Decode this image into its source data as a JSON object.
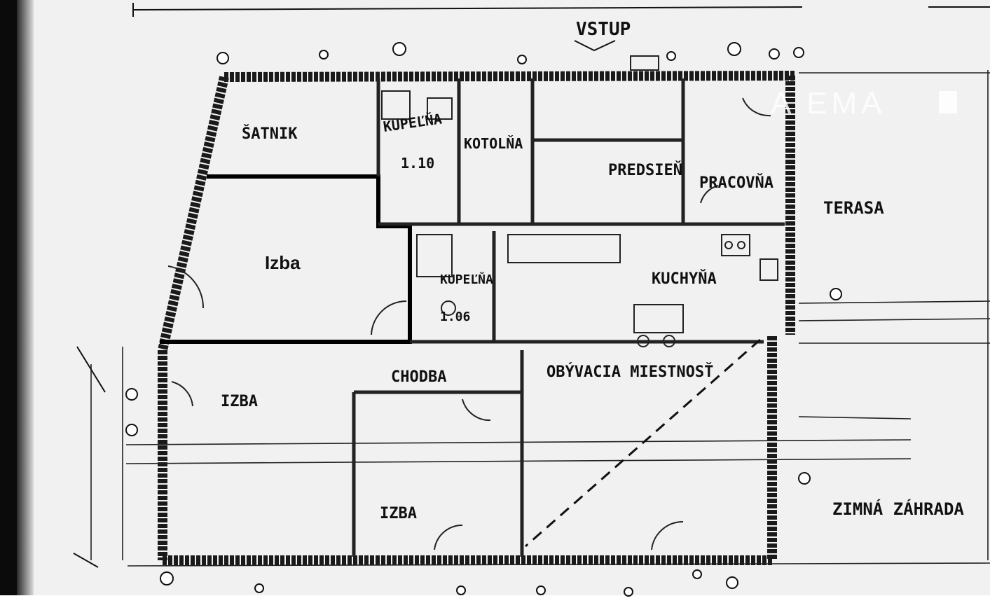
{
  "labels": {
    "vstup": "VSTUP",
    "satnik": "ŠATNIK",
    "kupelna": "KUPEĽŇA",
    "kupelna_area": "1.10",
    "kotolna": "KOTOLŇA",
    "predsien": "PREDSIEŇ",
    "pracovna": "PRACOVŇA",
    "terasa": "TERASA",
    "izba_main": "Izba",
    "kupelna2": "KUPEĽŇA",
    "kupelna2_area": "1.06",
    "kuchyna": "KUCHYŇA",
    "chodba": "CHODBA",
    "obyvacia": "OBÝVACIA MIESTNOSŤ",
    "izba_left": "IZBA",
    "izba_bottom": "IZBA",
    "zimna": "ZIMNÁ ZÁHRADA"
  },
  "watermark": "A  EMA",
  "colors": {
    "ink": "#111111",
    "paper": "#f1f1f1",
    "wall": "#1a1a1a"
  }
}
